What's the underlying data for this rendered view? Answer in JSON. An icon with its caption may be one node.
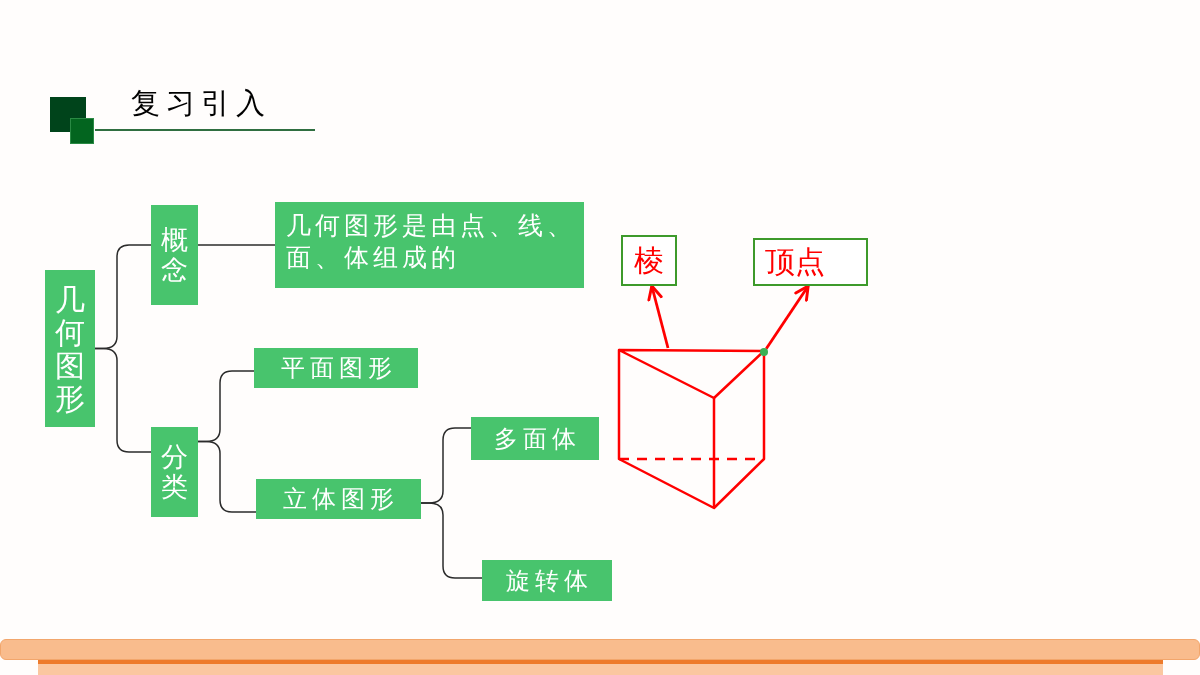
{
  "diagram": {
    "title": "复习引入",
    "nodes": [
      {
        "text": [
          "几何图形"
        ]
      },
      {
        "text": [
          "概念"
        ]
      },
      {
        "text": [
          "几何图形是由点、线、面、体组成的"
        ]
      },
      {
        "text": [
          "分类"
        ]
      },
      {
        "text": [
          "平面图形"
        ]
      },
      {
        "text": [
          "立体图形"
        ]
      },
      {
        "text": [
          "多面体"
        ]
      },
      {
        "text": [
          "旋转体"
        ]
      },
      {
        "text": [
          "棱"
        ]
      },
      {
        "text": [
          "顶点"
        ]
      },
      {
        "text": [],
        "shape": "picture"
      },
      {
        "text": [],
        "shape": "circle",
        "in": 10
      }
    ],
    "edges": [
      {
        "from": 0,
        "to": 1,
        "arrow": "none"
      },
      {
        "from": 0,
        "to": 3,
        "arrow": "none"
      },
      {
        "from": 1,
        "to": 2,
        "arrow": "none"
      },
      {
        "from": 3,
        "to": 4,
        "arrow": "none"
      },
      {
        "from": 3,
        "to": 5,
        "arrow": "none"
      },
      {
        "from": 5,
        "to": 6,
        "arrow": "none"
      },
      {
        "from": 5,
        "to": 7,
        "arrow": "none"
      },
      {
        "from": 10,
        "to": 8,
        "arrow": "to",
        "color": "#ff0000"
      },
      {
        "from": 11,
        "to": 9,
        "arrow": "to",
        "color": "#ff0000"
      }
    ]
  }
}
